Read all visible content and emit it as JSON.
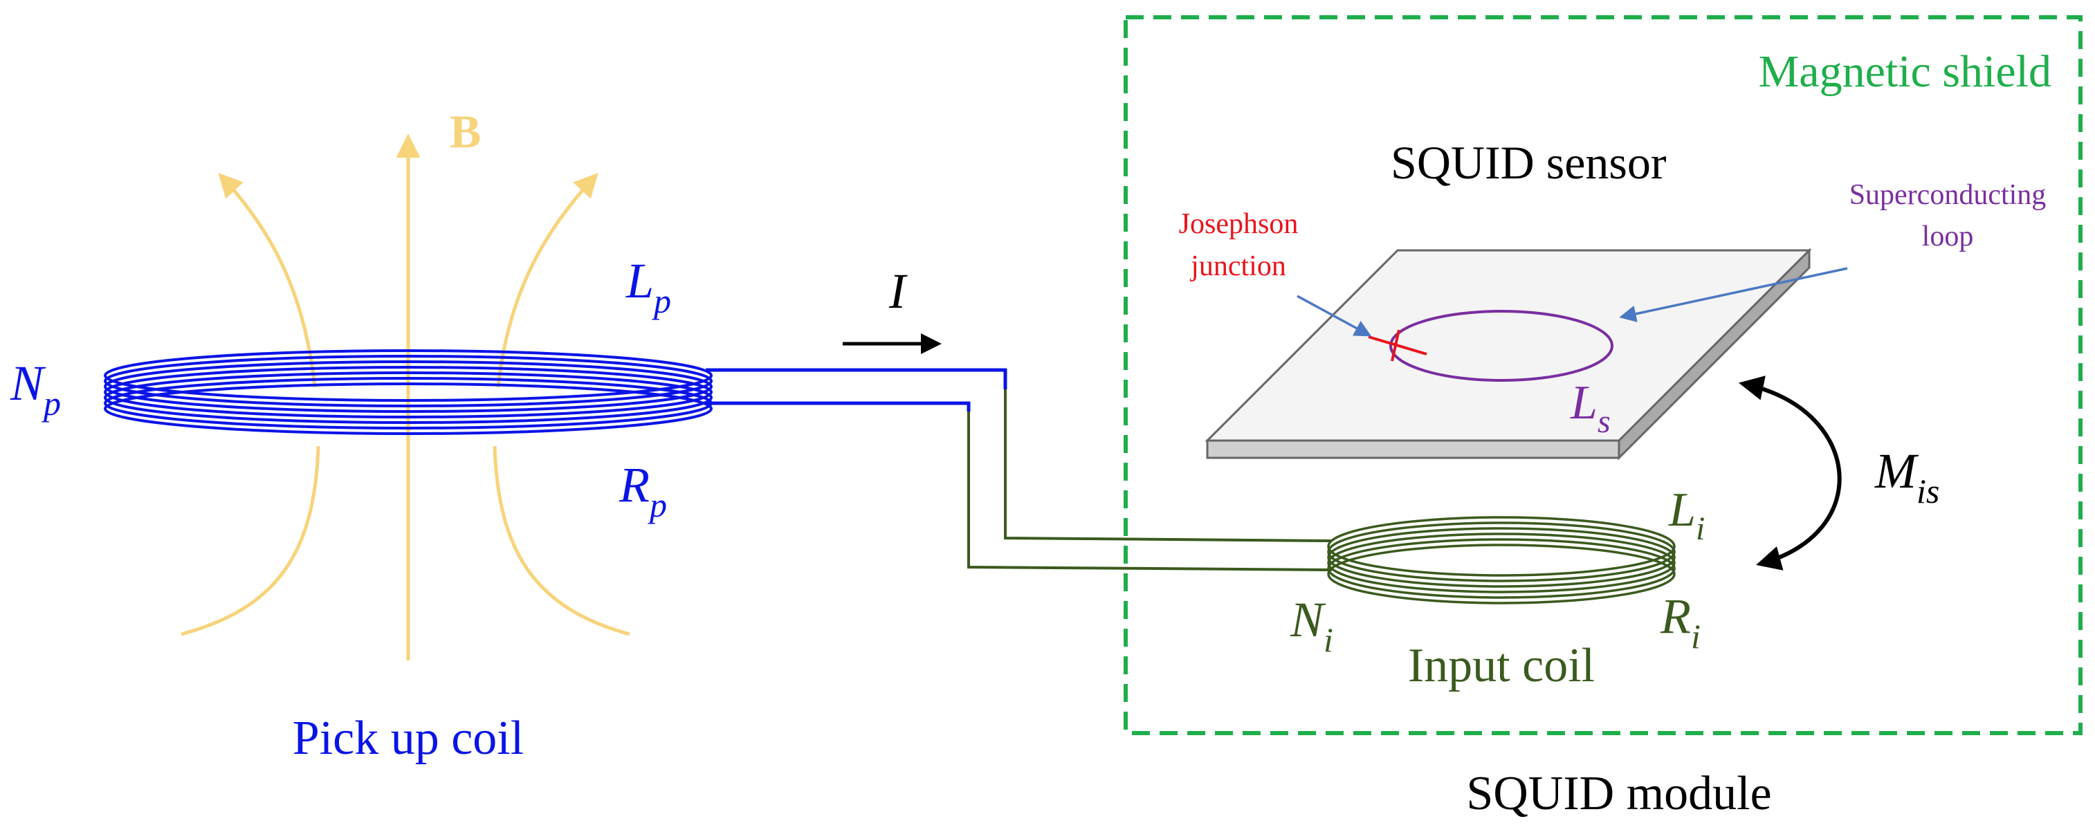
{
  "labels": {
    "magnetic_shield": "Magnetic shield",
    "squid_sensor": "SQUID sensor",
    "josephson_line1": "Josephson",
    "josephson_line2": "junction",
    "superconducting_line1": "Superconducting",
    "superconducting_line2": "loop",
    "field_symbol": "B",
    "current_symbol": "I",
    "pickup_coil": "Pick up coil",
    "input_coil": "Input coil",
    "squid_module": "SQUID module"
  },
  "symbols": {
    "Np": {
      "base": "N",
      "sub": "p"
    },
    "Lp": {
      "base": "L",
      "sub": "p"
    },
    "Rp": {
      "base": "R",
      "sub": "p"
    },
    "Ls": {
      "base": "L",
      "sub": "s"
    },
    "Mis": {
      "base": "M",
      "sub": "is"
    },
    "Li": {
      "base": "L",
      "sub": "i"
    },
    "Ni": {
      "base": "N",
      "sub": "i"
    },
    "Ri": {
      "base": "R",
      "sub": "i"
    }
  },
  "colors": {
    "shield": "#1fae4b",
    "field": "#f7d37a",
    "pickup": "#0a14e6",
    "input": "#3b5a1e",
    "junction": "#e8141b",
    "loop": "#7a2ea0",
    "pointer": "#4a78c2",
    "text": "#000000"
  }
}
